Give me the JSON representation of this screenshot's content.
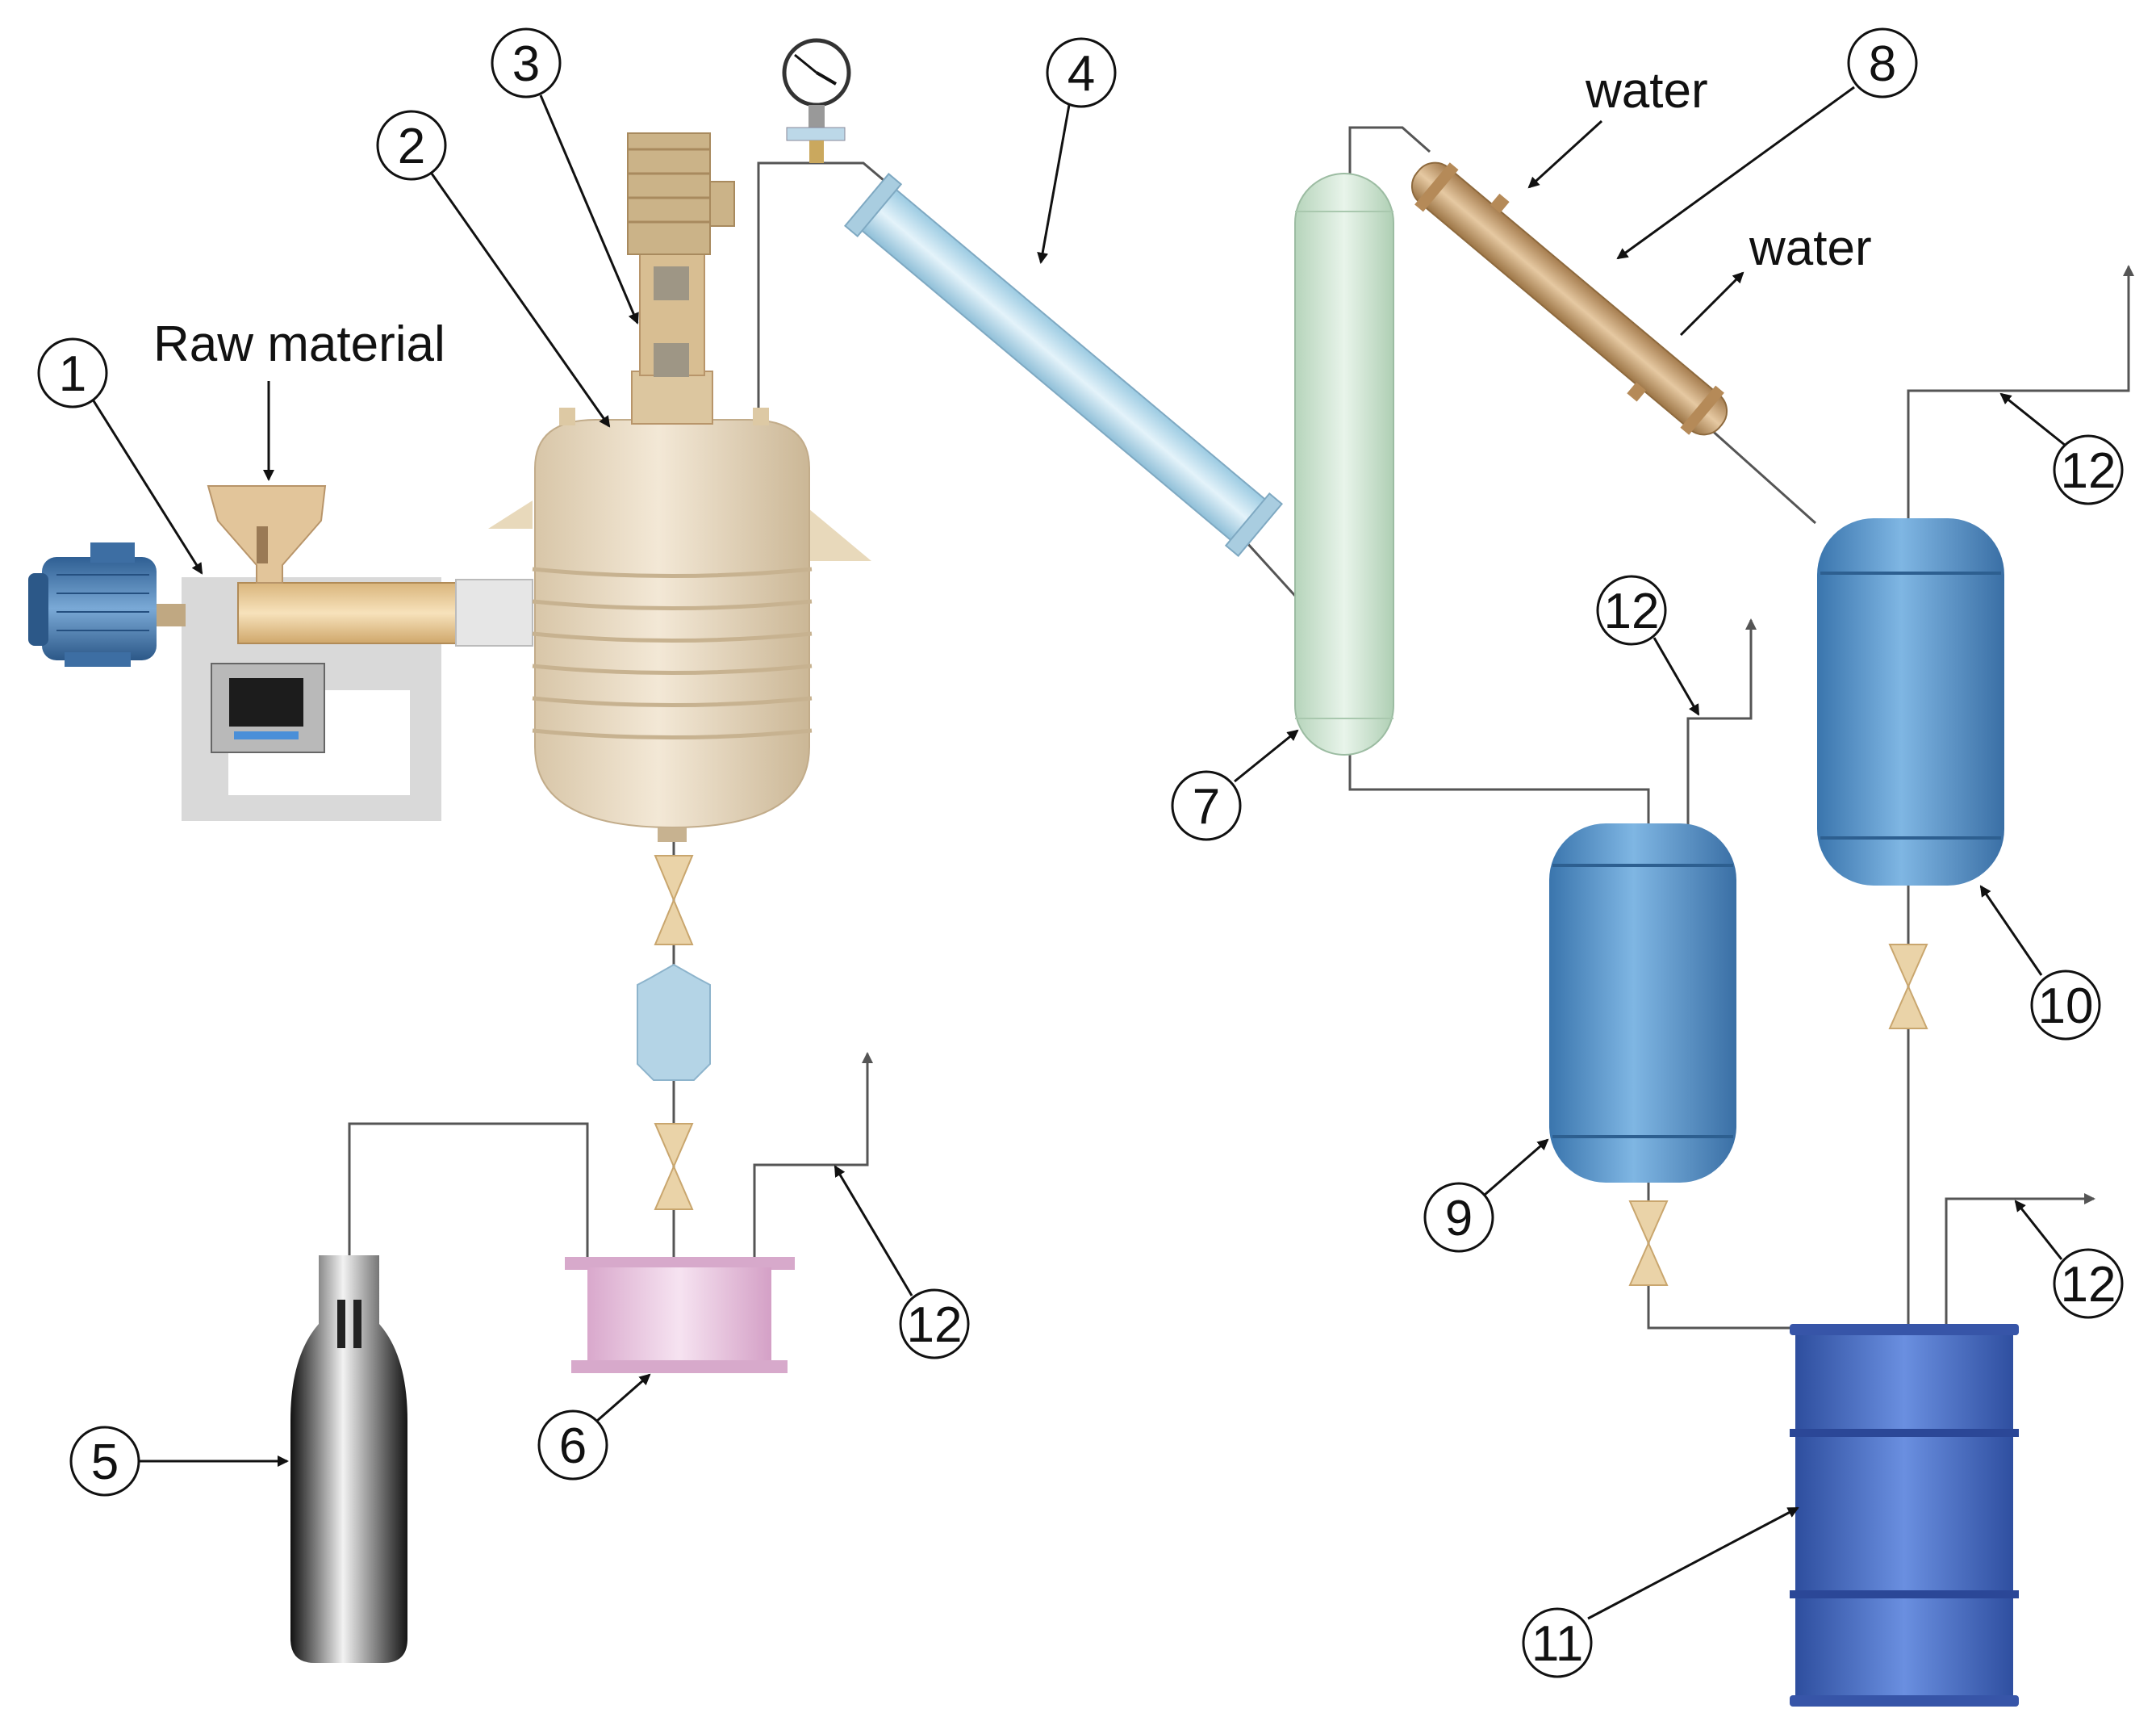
{
  "labels": {
    "raw_material": "Raw material",
    "water_in": "water",
    "water_out": "water"
  },
  "callouts": [
    {
      "id": "c1",
      "text": "1"
    },
    {
      "id": "c2",
      "text": "2"
    },
    {
      "id": "c3",
      "text": "3"
    },
    {
      "id": "c4",
      "text": "4"
    },
    {
      "id": "c5",
      "text": "5"
    },
    {
      "id": "c6",
      "text": "6"
    },
    {
      "id": "c7",
      "text": "7"
    },
    {
      "id": "c8",
      "text": "8"
    },
    {
      "id": "c9",
      "text": "9"
    },
    {
      "id": "c10",
      "text": "10"
    },
    {
      "id": "c11",
      "text": "11"
    },
    {
      "id": "c12a",
      "text": "12"
    },
    {
      "id": "c12b",
      "text": "12"
    },
    {
      "id": "c12c",
      "text": "12"
    },
    {
      "id": "c12d",
      "text": "12"
    }
  ],
  "colors": {
    "reactor": "#e6d7bf",
    "condenser": "#bcdcea",
    "column": "#cfe5d2",
    "cooler": "#c9a47a",
    "tank": "#5b95c8",
    "drum": "#4266b8",
    "filter": "#e8bcdc",
    "cylinder": "#444444"
  }
}
